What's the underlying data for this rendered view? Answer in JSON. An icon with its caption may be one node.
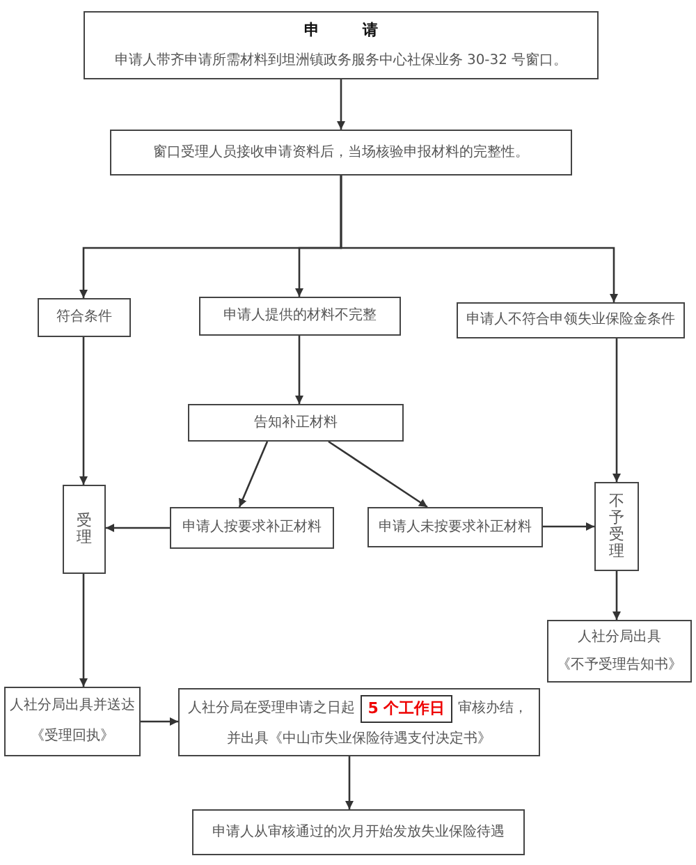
{
  "diagram": {
    "nodes": [
      {
        "text": [
          "申 请",
          "申请人带齐申请所需材料到坦洲镇政务服务中心社保业务 30-32 号窗口。"
        ]
      },
      {
        "text": [
          "窗口受理人员接收申请资料后，当场核验申报材料的完整性。"
        ]
      },
      {
        "text": [
          "符合条件"
        ]
      },
      {
        "text": [
          "申请人提供的材料不完整"
        ]
      },
      {
        "text": [
          "申请人不符合申领失业保险金条件"
        ]
      },
      {
        "text": [
          "告知补正材料"
        ]
      },
      {
        "text": [
          "受理"
        ]
      },
      {
        "text": [
          "申请人按要求补正材料"
        ]
      },
      {
        "text": [
          "申请人未按要求补正材料"
        ]
      },
      {
        "text": [
          "不予受理"
        ]
      },
      {
        "text": [
          "人社分局出具",
          "《不予受理告知书》"
        ]
      },
      {
        "text": [
          "人社分局出具并送达",
          "《受理回执》"
        ]
      },
      {
        "text": [
          "人社分局在受理申请之日起",
          "审核办结，",
          "并出具《中山市失业保险待遇支付决定书》"
        ]
      },
      {
        "text": [
          "5 个工作日"
        ],
        "in": 12
      },
      {
        "text": [
          "申请人从审核通过的次月开始发放失业保险待遇"
        ]
      }
    ],
    "edges": [
      {
        "from": 0,
        "to": 1,
        "arrow": "to"
      },
      {
        "from": 1,
        "to": 2,
        "arrow": "to"
      },
      {
        "from": 1,
        "to": 3,
        "arrow": "to"
      },
      {
        "from": 1,
        "to": 4,
        "arrow": "to"
      },
      {
        "from": 2,
        "to": 6,
        "arrow": "to"
      },
      {
        "from": 3,
        "to": 5,
        "arrow": "to"
      },
      {
        "from": 5,
        "to": 7,
        "arrow": "to"
      },
      {
        "from": 5,
        "to": 8,
        "arrow": "to"
      },
      {
        "from": 7,
        "to": 6,
        "arrow": "to"
      },
      {
        "from": 8,
        "to": 9,
        "arrow": "to"
      },
      {
        "from": 4,
        "to": 9,
        "arrow": "to"
      },
      {
        "from": 9,
        "to": 10,
        "arrow": "to"
      },
      {
        "from": 6,
        "to": 11,
        "arrow": "to"
      },
      {
        "from": 11,
        "to": 12,
        "arrow": "to"
      },
      {
        "from": 12,
        "to": 14,
        "arrow": "to"
      }
    ]
  }
}
